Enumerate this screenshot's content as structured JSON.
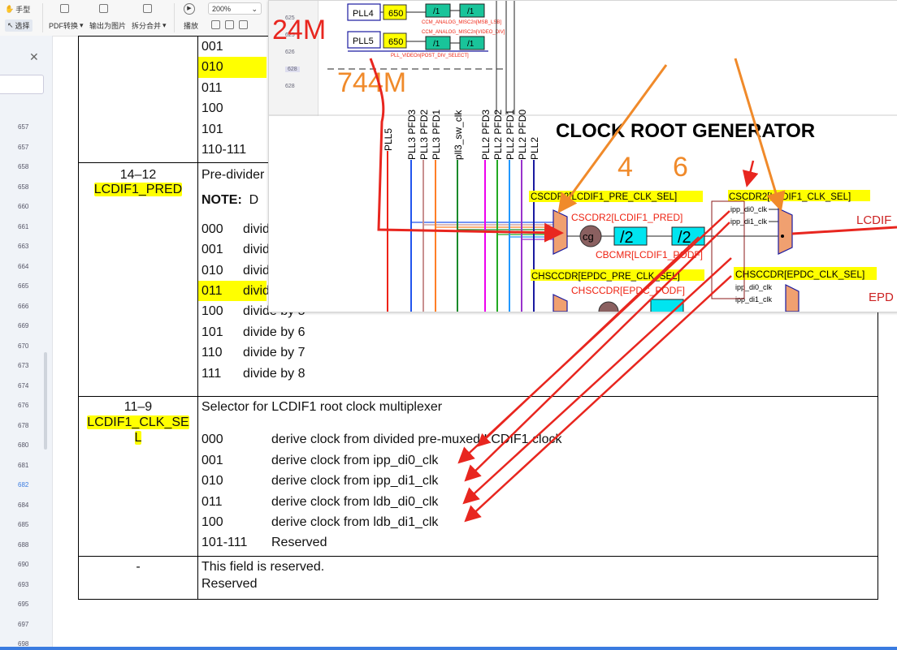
{
  "toolbar": {
    "hand": "手型",
    "select": "选择",
    "pdf_convert": "PDF转换",
    "export_image": "输出为图片",
    "split_merge": "拆分合并",
    "play": "播放",
    "zoom": "200%"
  },
  "left_pages": [
    "657",
    "657",
    "658",
    "658",
    "660",
    "661",
    "663",
    "664",
    "665",
    "666",
    "669",
    "670",
    "673",
    "674",
    "676",
    "678",
    "680",
    "681",
    "682",
    "684",
    "685",
    "688",
    "690",
    "693",
    "695",
    "697",
    "698"
  ],
  "left_active_page": "682",
  "thumb_pages": [
    "625",
    "625",
    "626",
    "628",
    "628"
  ],
  "table": {
    "row_a": {
      "lines": [
        {
          "code": "001",
          "text": ""
        },
        {
          "code": "010",
          "text": "",
          "highlight": true
        },
        {
          "code": "011",
          "text": ""
        },
        {
          "code": "100",
          "text": ""
        },
        {
          "code": "101",
          "text": ""
        },
        {
          "code": "110-111",
          "text": ""
        }
      ]
    },
    "row_b": {
      "bits": "14–12",
      "field": "LCDIF1_PRED",
      "desc": "Pre-divider",
      "note_label": "NOTE:",
      "note_text": "D",
      "lines": [
        {
          "code": "000",
          "text": "divid"
        },
        {
          "code": "001",
          "text": "divid"
        },
        {
          "code": "010",
          "text": "divid"
        },
        {
          "code": "011",
          "text": "divid",
          "highlight": true
        },
        {
          "code": "100",
          "text": "divide by 5"
        },
        {
          "code": "101",
          "text": "divide by 6"
        },
        {
          "code": "110",
          "text": "divide by 7"
        },
        {
          "code": "111",
          "text": "divide by 8"
        }
      ]
    },
    "row_c": {
      "bits": "11–9",
      "field_1": "LCDIF1_CLK_SE",
      "field_2": "L",
      "desc": "Selector for LCDIF1 root clock multiplexer",
      "lines": [
        {
          "code": "000",
          "text": "derive clock from divided pre-muxed LCDIF1 clock"
        },
        {
          "code": "001",
          "text": "derive clock from ipp_di0_clk"
        },
        {
          "code": "010",
          "text": "derive clock from ipp_di1_clk"
        },
        {
          "code": "011",
          "text": "derive clock from ldb_di0_clk"
        },
        {
          "code": "100",
          "text": "derive clock from ldb_di1_clk"
        },
        {
          "code": "101-111",
          "text": "Reserved"
        }
      ]
    },
    "row_d": {
      "bits": "-",
      "desc_1": "This field is reserved.",
      "desc_2": "Reserved"
    }
  },
  "diagram": {
    "pll4": "PLL4",
    "pll4_val": "650",
    "pll5": "PLL5",
    "pll5_val": "650",
    "div1": "/1",
    "misc_1": "CCM_ANALOG_MISC2n[MSB_LSB]",
    "misc_2": "CCM_ANALOG_MISC2n[VIDEO_DIV]",
    "video": "PLL_VIDEOn[POST_DIV_SELECT]",
    "title": "CLOCK ROOT GENERATOR",
    "vlabels": [
      "PLL5",
      "PLL3 PFD3",
      "PLL3 PFD2",
      "PLL3 PFD1",
      "pll3_sw_clk",
      "PLL2 PFD3",
      "PLL2 PFD2",
      "PLL2 PFD1",
      "PLL2 PFD0",
      "PLL2"
    ],
    "cscdr2_pre": "CSCDR2[LCDIF1_PRE_CLK_SEL]",
    "cscdr2_pred": "CSCDR2[LCDIF1_PRED]",
    "cg": "cg",
    "div2": "/2",
    "cbcmr": "CBCMR[LCDIF1_PODF]",
    "chsccdr_pre": "CHSCCDR[EPDC_PRE_CLK_SEL]",
    "chsccdr_podf": "CHSCCDR[EPDC_PODF]",
    "cscdr2_clk": "CSCDR2[LCDIF1_CLK_SEL]",
    "ipp_di0": "ipp_di0_clk",
    "ipp_di1": "ipp_di1_clk",
    "chsccdr_clk": "CHSCCDR[EPDC_CLK_SEL]",
    "lcdif_out": "LCDIF",
    "epdc_out": "EPD"
  },
  "annotations": {
    "freq_24m": "24M",
    "freq_744m": "744M",
    "num_4": "4",
    "num_6": "6"
  },
  "colors": {
    "red_ann": "#e8261f",
    "orange_ann": "#f08a2a",
    "yellow": "#ffff00",
    "cyan": "#00e5f0",
    "mux": "#f0a070"
  }
}
